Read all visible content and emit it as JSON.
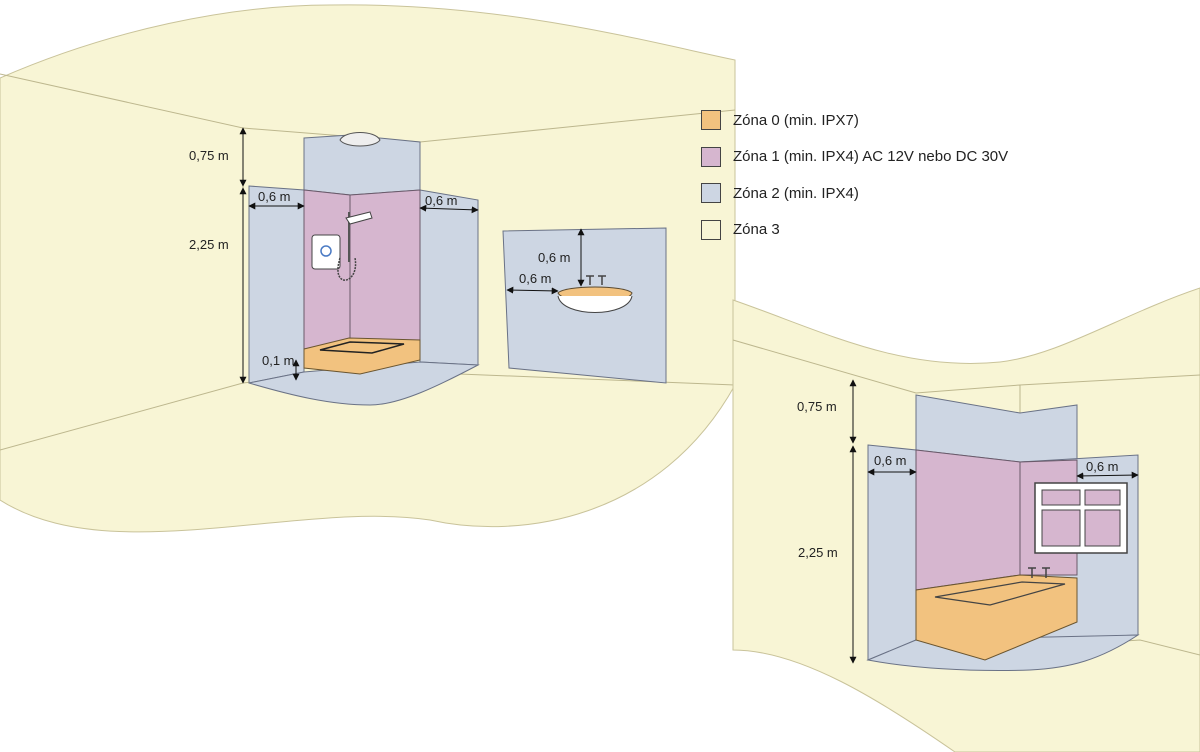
{
  "legend": [
    {
      "label": "Zóna 0 (min. IPX7)",
      "color": "#f2c27f"
    },
    {
      "label": "Zóna 1 (min. IPX4) AC 12V nebo DC 30V",
      "color": "#d6b6cf"
    },
    {
      "label": "Zóna 2 (min. IPX4)",
      "color": "#cdd6e3"
    },
    {
      "label": "Zóna 3",
      "color": "#f8f5d5"
    }
  ],
  "shower_room": {
    "dim_height_upper": "0,75 m",
    "dim_height_lower": "2,25 m",
    "dim_width_left": "0,6 m",
    "dim_width_right": "0,6 m",
    "dim_tray": "0,1 m"
  },
  "basin": {
    "dim_vertical": "0,6 m",
    "dim_horizontal": "0,6 m"
  },
  "bath_room": {
    "dim_height_upper": "0,75 m",
    "dim_height_lower": "2,25 m",
    "dim_width_left": "0,6 m",
    "dim_width_right": "0,6 m"
  }
}
